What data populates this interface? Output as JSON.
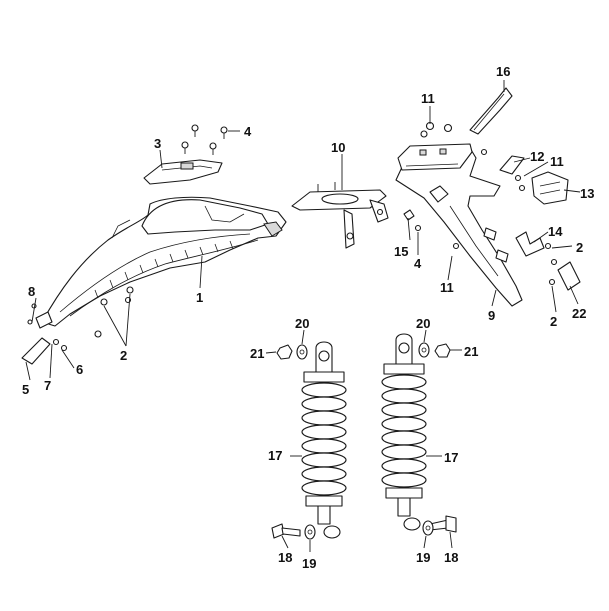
{
  "callouts": {
    "n1": "1",
    "n2a": "2",
    "n2b": "2",
    "n2c": "2",
    "n3": "3",
    "n4a": "4",
    "n4b": "4",
    "n5": "5",
    "n6": "6",
    "n7": "7",
    "n8": "8",
    "n9": "9",
    "n10": "10",
    "n11a": "11",
    "n11b": "11",
    "n11c": "11",
    "n12": "12",
    "n13": "13",
    "n14": "14",
    "n15": "15",
    "n16": "16",
    "n17a": "17",
    "n17b": "17",
    "n18a": "18",
    "n18b": "18",
    "n19a": "19",
    "n19b": "19",
    "n20a": "20",
    "n20b": "20",
    "n21a": "21",
    "n21b": "21",
    "n22": "22"
  }
}
